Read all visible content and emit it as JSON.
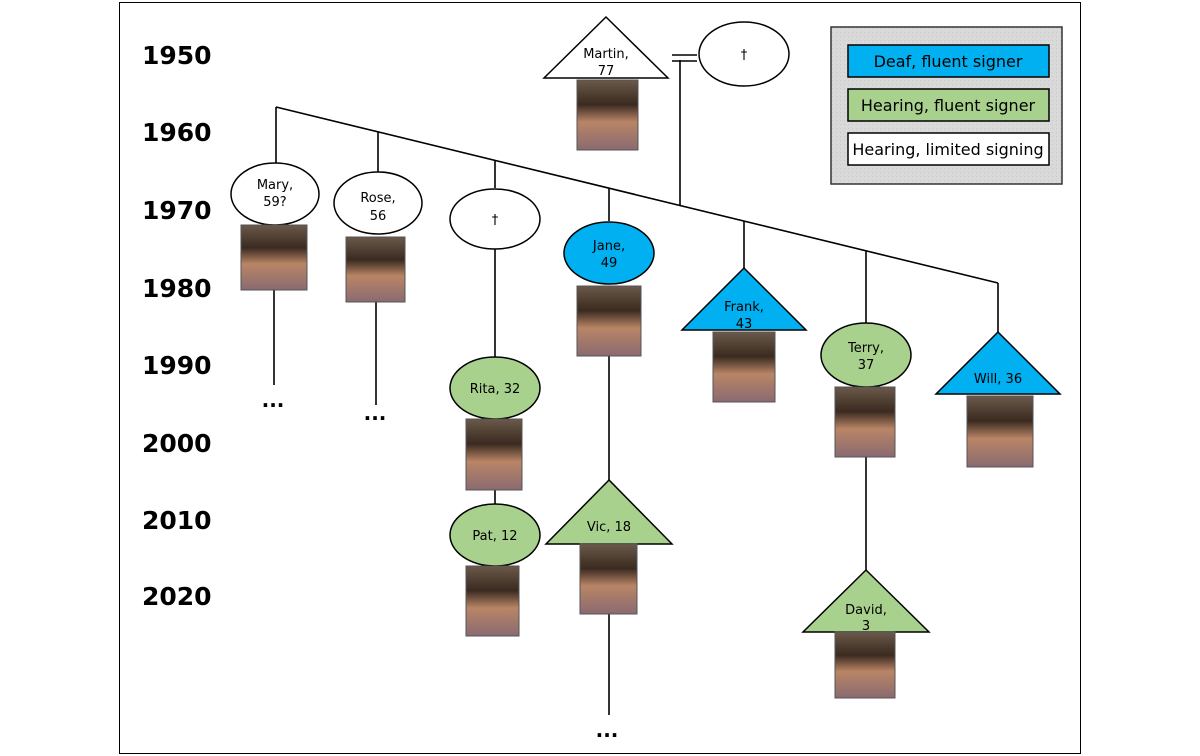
{
  "years": [
    "1950",
    "1960",
    "1970",
    "1980",
    "1990",
    "2000",
    "2010",
    "2020"
  ],
  "colors": {
    "deaf": "#00b0f0",
    "hearing_fluent": "#a9d18e",
    "hearing_limited": "#ffffff",
    "legend_bg": "#d9d9d9"
  },
  "legend": {
    "deaf": "Deaf, fluent signer",
    "hearing_fluent": "Hearing, fluent signer",
    "hearing_limited": "Hearing, limited signing"
  },
  "people": {
    "martin": {
      "l1": "Martin,",
      "l2": "77"
    },
    "wife": {
      "l1": "†"
    },
    "mary": {
      "l1": "Mary,",
      "l2": "59?"
    },
    "rose": {
      "l1": "Rose,",
      "l2": "56"
    },
    "deceased_child": {
      "l1": "†"
    },
    "jane": {
      "l1": "Jane,",
      "l2": "49"
    },
    "frank": {
      "l1": "Frank,",
      "l2": "43"
    },
    "terry": {
      "l1": "Terry,",
      "l2": "37"
    },
    "will": {
      "l1": "Will, 36"
    },
    "rita": {
      "l1": "Rita, 32"
    },
    "pat": {
      "l1": "Pat, 12"
    },
    "vic": {
      "l1": "Vic, 18"
    },
    "david": {
      "l1": "David,",
      "l2": "3"
    }
  },
  "continuation": "..."
}
